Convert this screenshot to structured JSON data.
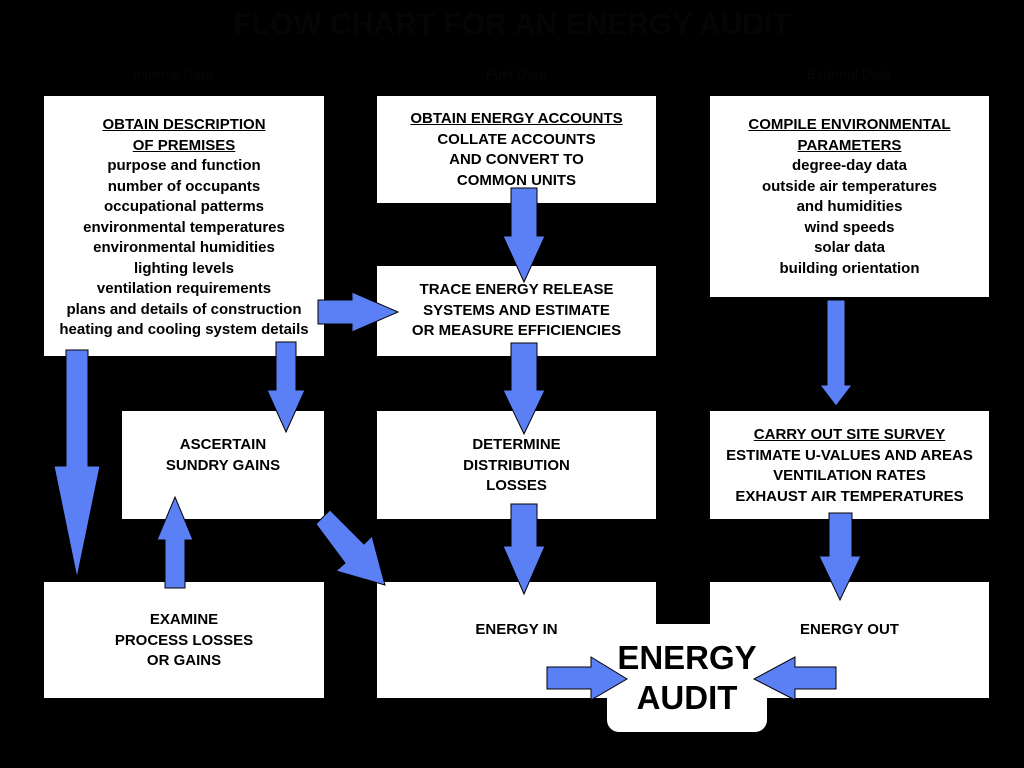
{
  "title": "FLOW CHART FOR AN ENERGY AUDIT",
  "column_headers": [
    "Internal Data",
    "Fuel Data",
    "External Data"
  ],
  "boxes": {
    "premises": {
      "heading": [
        "OBTAIN DESCRIPTION ",
        "OF PREMISES"
      ],
      "lines": [
        "purpose and function",
        "number of occupants",
        "occupational patterms",
        "environmental temperatures",
        "environmental humidities",
        "lighting levels",
        "ventilation requirements",
        "plans and details of construction",
        "heating and cooling system details"
      ]
    },
    "accounts": {
      "heading": [
        "OBTAIN ENERGY ACCOUNTS"
      ],
      "lines": [
        "COLLATE ACCOUNTS",
        "AND CONVERT TO",
        "COMMON UNITS"
      ]
    },
    "environmental": {
      "heading": [
        "COMPILE ENVIRONMENTAL",
        " PARAMETERS"
      ],
      "lines": [
        "degree-day data",
        "outside air temperatures",
        "and humidities",
        "wind speeds",
        "solar data",
        "building orientation"
      ]
    },
    "trace": {
      "lines": [
        "TRACE ENERGY RELEASE",
        "SYSTEMS AND ESTIMATE",
        "OR MEASURE EFFICIENCIES"
      ]
    },
    "sundry": {
      "lines": [
        "ASCERTAIN",
        "SUNDRY GAINS"
      ]
    },
    "distribution": {
      "lines": [
        "DETERMINE",
        "DISTRIBUTION",
        "LOSSES"
      ]
    },
    "survey": {
      "heading": [
        "CARRY OUT SITE SURVEY"
      ],
      "lines": [
        "ESTIMATE U-VALUES AND AREAS",
        "VENTILATION RATES",
        "EXHAUST AIR TEMPERATURES"
      ]
    },
    "process": {
      "lines": [
        "EXAMINE",
        "PROCESS LOSSES",
        "OR GAINS"
      ]
    },
    "energy_in": {
      "lines": [
        "ENERGY IN"
      ]
    },
    "energy_out": {
      "lines": [
        "ENERGY OUT"
      ]
    },
    "audit": {
      "lines": [
        "ENERGY",
        "AUDIT"
      ]
    }
  },
  "colors": {
    "arrow_fill": "#5B7FF5",
    "arrow_stroke": "#000000",
    "background": "#000000",
    "box": "#ffffff"
  }
}
